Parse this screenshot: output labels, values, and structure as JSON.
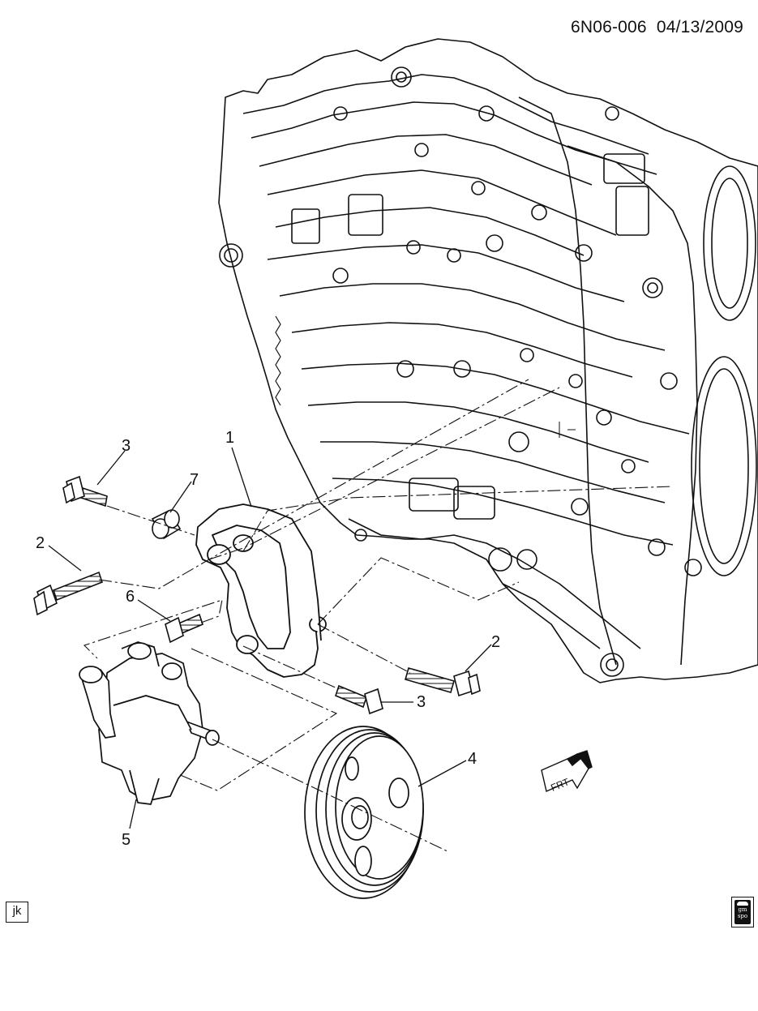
{
  "header": {
    "diagram_code": "6N06-006",
    "date": "04/13/2009"
  },
  "callouts": [
    {
      "id": "c1",
      "label": "1"
    },
    {
      "id": "c3a",
      "label": "3"
    },
    {
      "id": "c7",
      "label": "7"
    },
    {
      "id": "c2a",
      "label": "2"
    },
    {
      "id": "c6",
      "label": "6"
    },
    {
      "id": "c2b",
      "label": "2"
    },
    {
      "id": "c3b",
      "label": "3"
    },
    {
      "id": "c4",
      "label": "4"
    },
    {
      "id": "c5",
      "label": "5"
    }
  ],
  "direction_arrow": {
    "label": "FRT"
  },
  "footer": {
    "corner_tag": "jk",
    "logo_text": [
      "gm",
      "spo"
    ]
  }
}
